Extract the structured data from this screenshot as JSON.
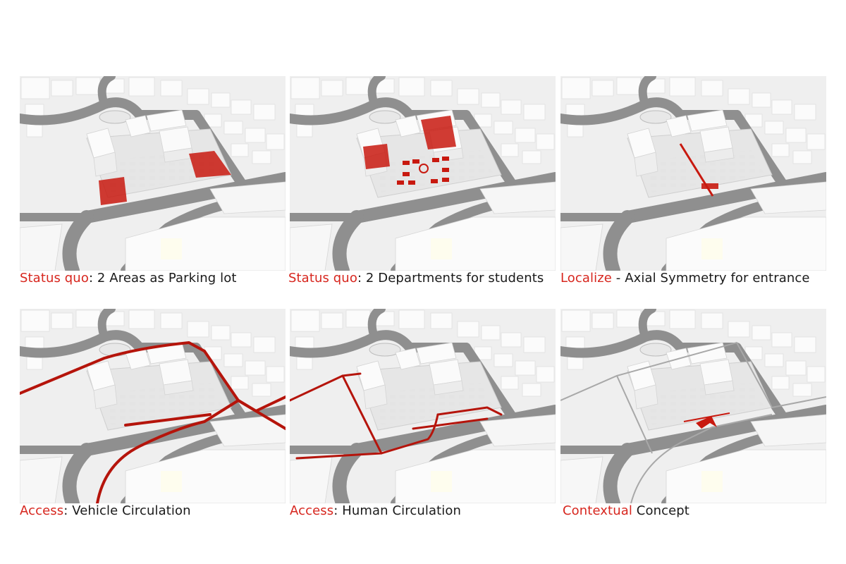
{
  "colors": {
    "accent": "#d7261e",
    "road": "#8f8f8f",
    "ground": "#f0f0f0",
    "building": "#fafafa",
    "text": "#1a1a1a"
  },
  "panels": [
    {
      "highlight": "Status quo",
      "rest": ": 2 Areas as Parking lot",
      "overlay": "parking"
    },
    {
      "highlight": "Status quo",
      "rest": ": 2 Departments for students",
      "overlay": "departments"
    },
    {
      "highlight": "Localize",
      "rest": " - Axial Symmetry for entrance",
      "overlay": "axis"
    },
    {
      "highlight": "Access",
      "rest": ": Vehicle Circulation",
      "overlay": "vehicle"
    },
    {
      "highlight": "Access",
      "rest": ": Human Circulation",
      "overlay": "human"
    },
    {
      "highlight": "Contextual",
      "rest": " Concept",
      "overlay": "concept"
    }
  ]
}
